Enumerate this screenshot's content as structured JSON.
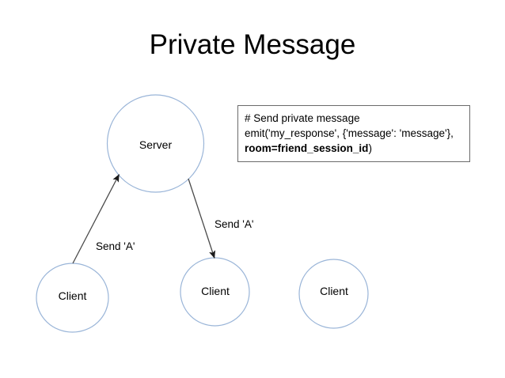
{
  "slide": {
    "title": "Private Message",
    "background_color": "#ffffff",
    "text_color": "#000000"
  },
  "nodes": [
    {
      "id": "server",
      "label": "Server",
      "shape": "circle",
      "stroke_color": "#9ab5d8"
    },
    {
      "id": "client-left",
      "label": "Client",
      "shape": "circle",
      "stroke_color": "#9ab5d8"
    },
    {
      "id": "client-mid",
      "label": "Client",
      "shape": "circle",
      "stroke_color": "#9ab5d8"
    },
    {
      "id": "client-right",
      "label": "Client",
      "shape": "circle",
      "stroke_color": "#9ab5d8"
    }
  ],
  "edges": [
    {
      "id": "client-left-to-server",
      "label": "Send 'A'",
      "from": "client-left",
      "to": "server",
      "stroke_color": "#4a4a4a"
    },
    {
      "id": "server-to-client-mid",
      "label": "Send 'A'",
      "from": "server",
      "to": "client-mid",
      "stroke_color": "#4a4a4a"
    }
  ],
  "code_box": {
    "border_color": "#6b6b6b",
    "lines": [
      {
        "text": "# Send private message",
        "bold": false
      },
      {
        "text": "emit('my_response', {'message': 'message'},",
        "bold": false
      }
    ],
    "line3_bold": "room=friend_session_id",
    "line3_tail": ")"
  }
}
